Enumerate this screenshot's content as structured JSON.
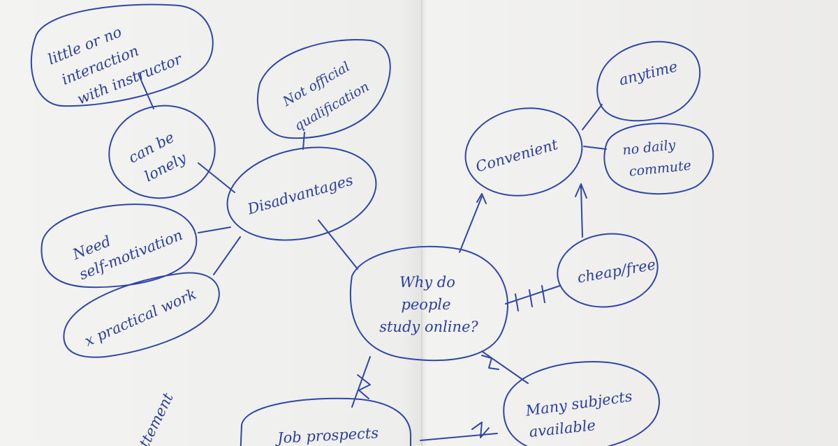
{
  "central": {
    "lines": [
      "Why do",
      "people",
      "study online?"
    ]
  },
  "disadvantages": {
    "label": "Disadvantages",
    "items": {
      "interaction": [
        "little or no",
        "interaction",
        "with instructor"
      ],
      "lonely": [
        "can be",
        "lonely"
      ],
      "qualification": [
        "Not official",
        "qualification"
      ],
      "motivation": [
        "Need",
        "self-motivation"
      ],
      "practical": [
        "x practical work"
      ]
    }
  },
  "advantages": {
    "convenient": "Convenient",
    "anytime": "anytime",
    "commute": [
      "no daily",
      "commute"
    ],
    "cheap": "cheap/free",
    "subjects": [
      "Many subjects",
      "available"
    ],
    "jobs": "Job prospects"
  },
  "partial_word": "ttement",
  "colors": {
    "ink": "#2f46a8",
    "paper": "#efefed"
  }
}
